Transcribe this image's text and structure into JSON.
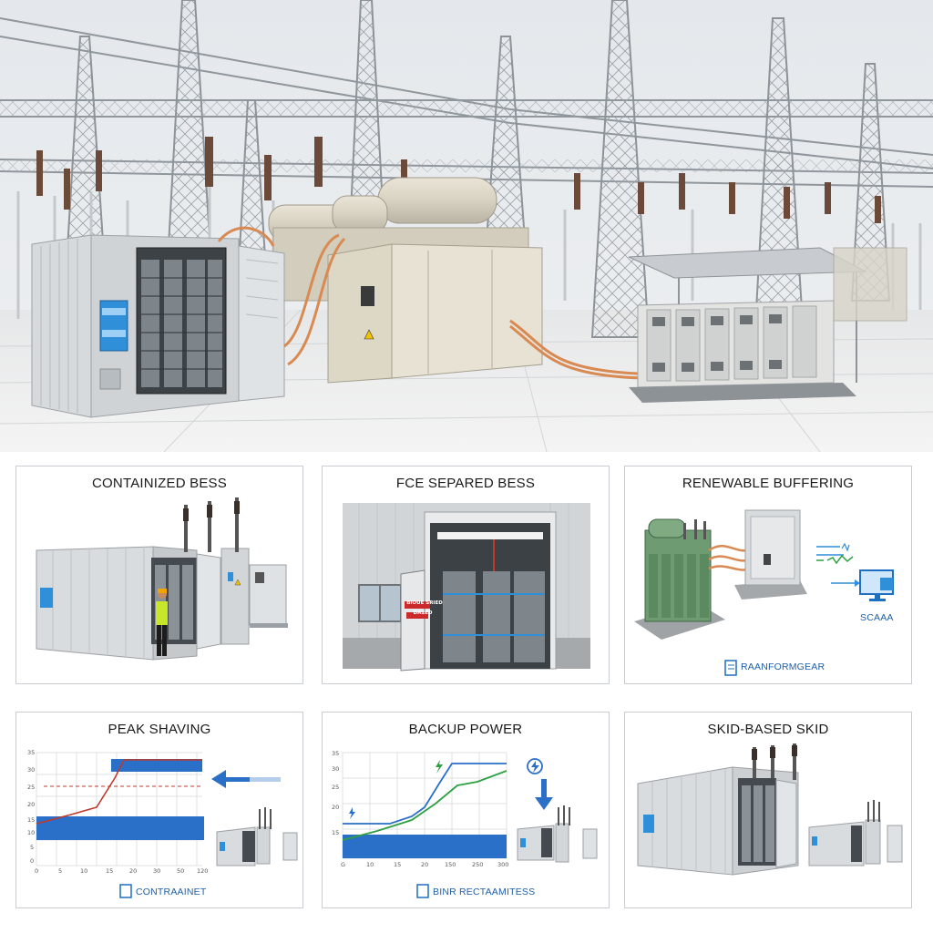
{
  "panels": [
    {
      "title": "CONTAINIZED BESS"
    },
    {
      "title": "FCE SEPARED BESS",
      "sign_top": "BIOUE SRIED",
      "sign_bottom": "DA2ED"
    },
    {
      "title": "RENEWABLE BUFFERING",
      "scada_label": "SCAAA",
      "footer_label": "RAANFORMGEAR"
    },
    {
      "title": "PEAK SHAVING",
      "footer_label": "CONTRAAINET",
      "y_ticks": [
        "35",
        "30",
        "25",
        "20",
        "15",
        "10",
        "5",
        "0"
      ],
      "x_ticks": [
        "0",
        "5",
        "10",
        "15",
        "20",
        "30",
        "50",
        "120"
      ]
    },
    {
      "title": "BACKUP POWER",
      "footer_label": "BINR RECTAAMITESS",
      "y_ticks": [
        "35",
        "30",
        "25",
        "20",
        "15"
      ],
      "x_ticks": [
        "G",
        "10",
        "15",
        "20",
        "150",
        "250",
        "300"
      ]
    },
    {
      "title": "SKID-BASED SKID"
    }
  ]
}
